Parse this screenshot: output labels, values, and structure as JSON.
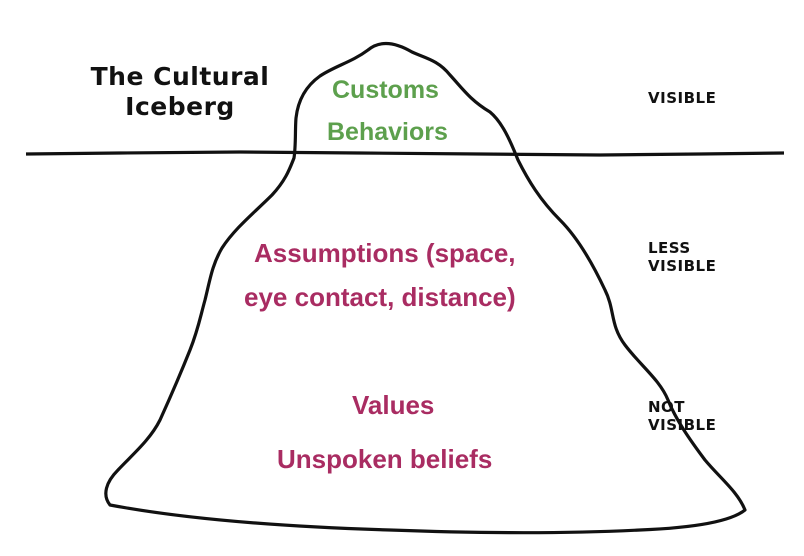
{
  "title": {
    "line1": "The Cultural",
    "line2": "Iceberg"
  },
  "above_water": {
    "line1": "Customs",
    "line2": "Behaviors"
  },
  "middle": {
    "line1": "Assumptions (space,",
    "line2": "eye contact, distance)"
  },
  "deep": {
    "line1": "Values",
    "line2": "Unspoken beliefs"
  },
  "visibility": {
    "visible": "VISIBLE",
    "less_line1": "LESS",
    "less_line2": "VISIBLE",
    "not_line1": "NOT",
    "not_line2": "VISIBLE"
  },
  "colors": {
    "above_water_text": "#5da04d",
    "below_water_text": "#a92c62",
    "outline": "#111111"
  }
}
